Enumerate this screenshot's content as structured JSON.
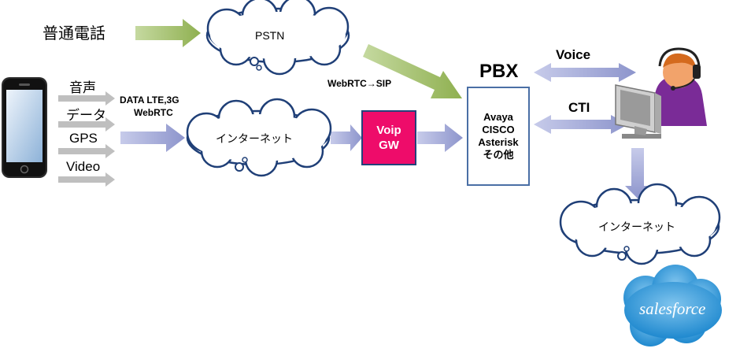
{
  "left_labels": {
    "landline": "普通電話",
    "audio": "音声",
    "data": "データ",
    "gps": "GPS",
    "video": "Video",
    "data_lte": "DATA LTE,3G",
    "webrtc": "WebRTC"
  },
  "clouds": {
    "pstn": "PSTN",
    "internet_middle": "インターネット",
    "internet_right": "インターネット"
  },
  "conversion_label": "WebRTC→SIP",
  "voip_gw": {
    "line1": "Voip",
    "line2": "GW"
  },
  "pbx": {
    "title": "PBX",
    "items": [
      "Avaya",
      "CISCO",
      "Asterisk",
      "その他"
    ]
  },
  "links": {
    "voice": "Voice",
    "cti": "CTI"
  },
  "logo": {
    "text": "salesforce"
  },
  "colors": {
    "green_arrow": "#9bbb59",
    "purple_arrow": "#9ea6d4",
    "gray_arrow": "#bfbfbf",
    "voip_box": "#ee0c6a",
    "cloud_stroke": "#1f3f77",
    "salesforce_blue": "#2b96d8"
  },
  "icons": [
    "smartphone-icon",
    "operator-icon",
    "salesforce-logo-icon"
  ]
}
